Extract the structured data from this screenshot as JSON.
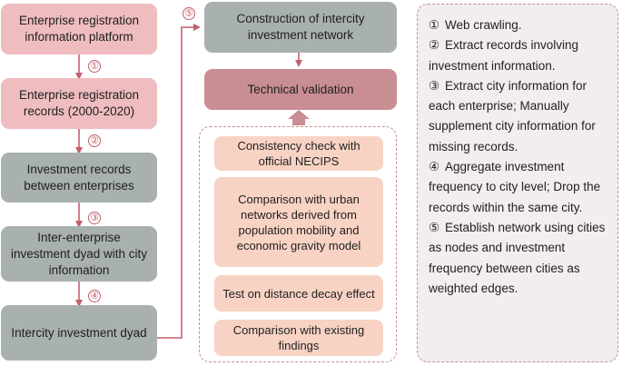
{
  "left_flow": {
    "step1": "Enterprise registration information platform",
    "step2": "Enterprise registration records (2000-2020)",
    "step3": "Investment records between enterprises",
    "step4": "Inter-enterprise investment dyad with city information",
    "step5": "Intercity investment dyad"
  },
  "middle_flow": {
    "network": "Construction of intercity investment network",
    "validation": "Technical validation",
    "checks": [
      "Consistency check with official NECIPS",
      "Comparison with urban networks derived from population mobility and economic gravity model",
      "Test on distance decay effect",
      "Comparison with existing findings"
    ]
  },
  "step_markers": [
    "①",
    "②",
    "③",
    "④",
    "⑤"
  ],
  "legend": [
    {
      "num": "①",
      "text": "Web crawling."
    },
    {
      "num": "②",
      "text": "Extract records involving investment information."
    },
    {
      "num": "③",
      "text": "Extract city information for each enterprise; Manually supplement city information for missing records."
    },
    {
      "num": "④",
      "text": "Aggregate investment frequency to city level; Drop the records within the same city."
    },
    {
      "num": "⑤",
      "text": "Establish network using cities as nodes and investment frequency between cities as weighted edges."
    }
  ],
  "colors": {
    "source_box": "#efbcbf",
    "process_box": "#a9b1ae",
    "validation_box": "#c98e93",
    "check_box": "#f8d3c4",
    "arrow": "#c2606a"
  }
}
